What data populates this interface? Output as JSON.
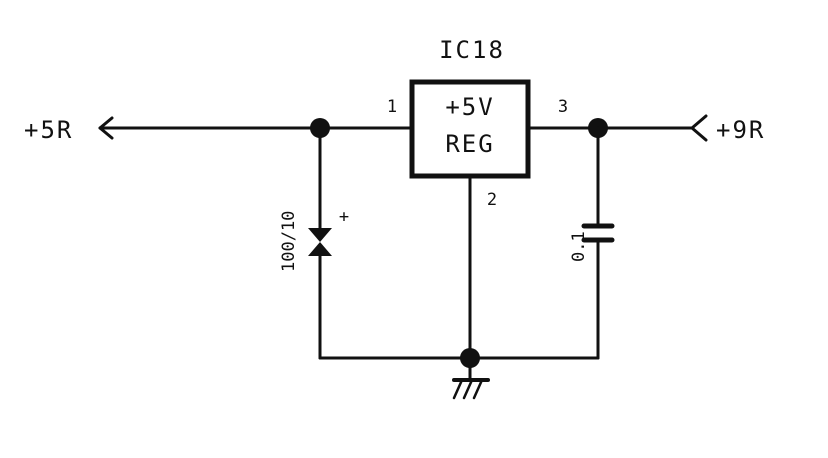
{
  "ic": {
    "ref": "IC18",
    "line1": "+5V",
    "line2": "REG",
    "pin_in": "1",
    "pin_gnd": "2",
    "pin_out": "3"
  },
  "nets": {
    "output": "+5R",
    "input": "+9R"
  },
  "components": {
    "electrolytic_cap_value": "100/10",
    "electrolytic_cap_polarity": "+",
    "cap_value": "0.1"
  },
  "colors": {
    "ink": "#111111",
    "background": "#ffffff"
  }
}
